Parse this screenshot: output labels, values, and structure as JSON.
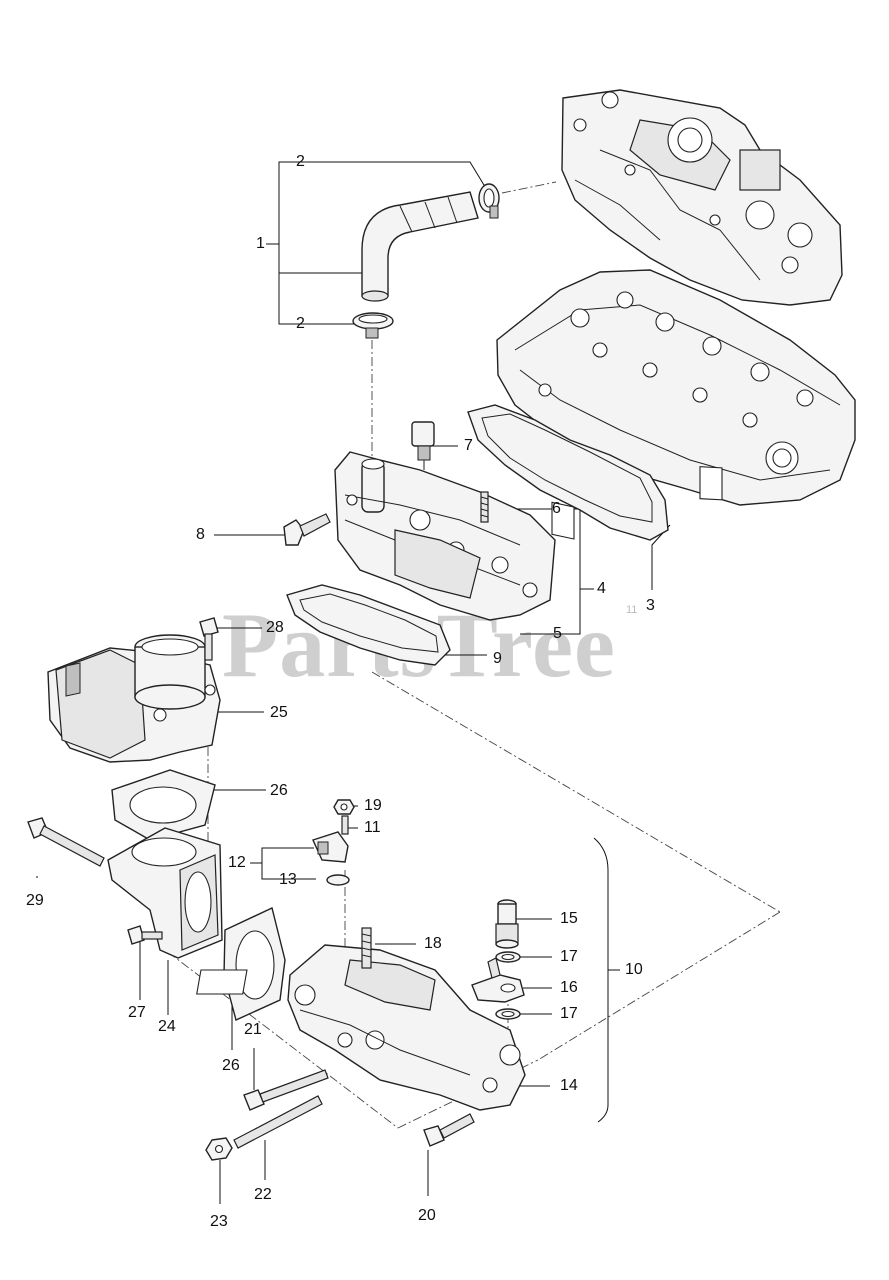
{
  "watermark": "PartsTree",
  "callouts": [
    {
      "id": "c2a",
      "text": "2"
    },
    {
      "id": "c1",
      "text": "1"
    },
    {
      "id": "c2b",
      "text": "2"
    },
    {
      "id": "c7",
      "text": "7"
    },
    {
      "id": "c8",
      "text": "8"
    },
    {
      "id": "c6",
      "text": "6"
    },
    {
      "id": "c4",
      "text": "4"
    },
    {
      "id": "c3",
      "text": "3"
    },
    {
      "id": "c28",
      "text": "28"
    },
    {
      "id": "c5",
      "text": "5"
    },
    {
      "id": "c9",
      "text": "9"
    },
    {
      "id": "c25",
      "text": "25"
    },
    {
      "id": "c26a",
      "text": "26"
    },
    {
      "id": "c19",
      "text": "19"
    },
    {
      "id": "c11",
      "text": "11"
    },
    {
      "id": "c12",
      "text": "12"
    },
    {
      "id": "c13",
      "text": "13"
    },
    {
      "id": "c29",
      "text": "29"
    },
    {
      "id": "c15",
      "text": "15"
    },
    {
      "id": "c18",
      "text": "18"
    },
    {
      "id": "c17a",
      "text": "17"
    },
    {
      "id": "c10",
      "text": "10"
    },
    {
      "id": "c16",
      "text": "16"
    },
    {
      "id": "c17b",
      "text": "17"
    },
    {
      "id": "c27",
      "text": "27"
    },
    {
      "id": "c24",
      "text": "24"
    },
    {
      "id": "c21",
      "text": "21"
    },
    {
      "id": "c26b",
      "text": "26"
    },
    {
      "id": "c14",
      "text": "14"
    },
    {
      "id": "c22",
      "text": "22"
    },
    {
      "id": "c20",
      "text": "20"
    },
    {
      "id": "c23",
      "text": "23"
    }
  ],
  "stray_mark": "11"
}
